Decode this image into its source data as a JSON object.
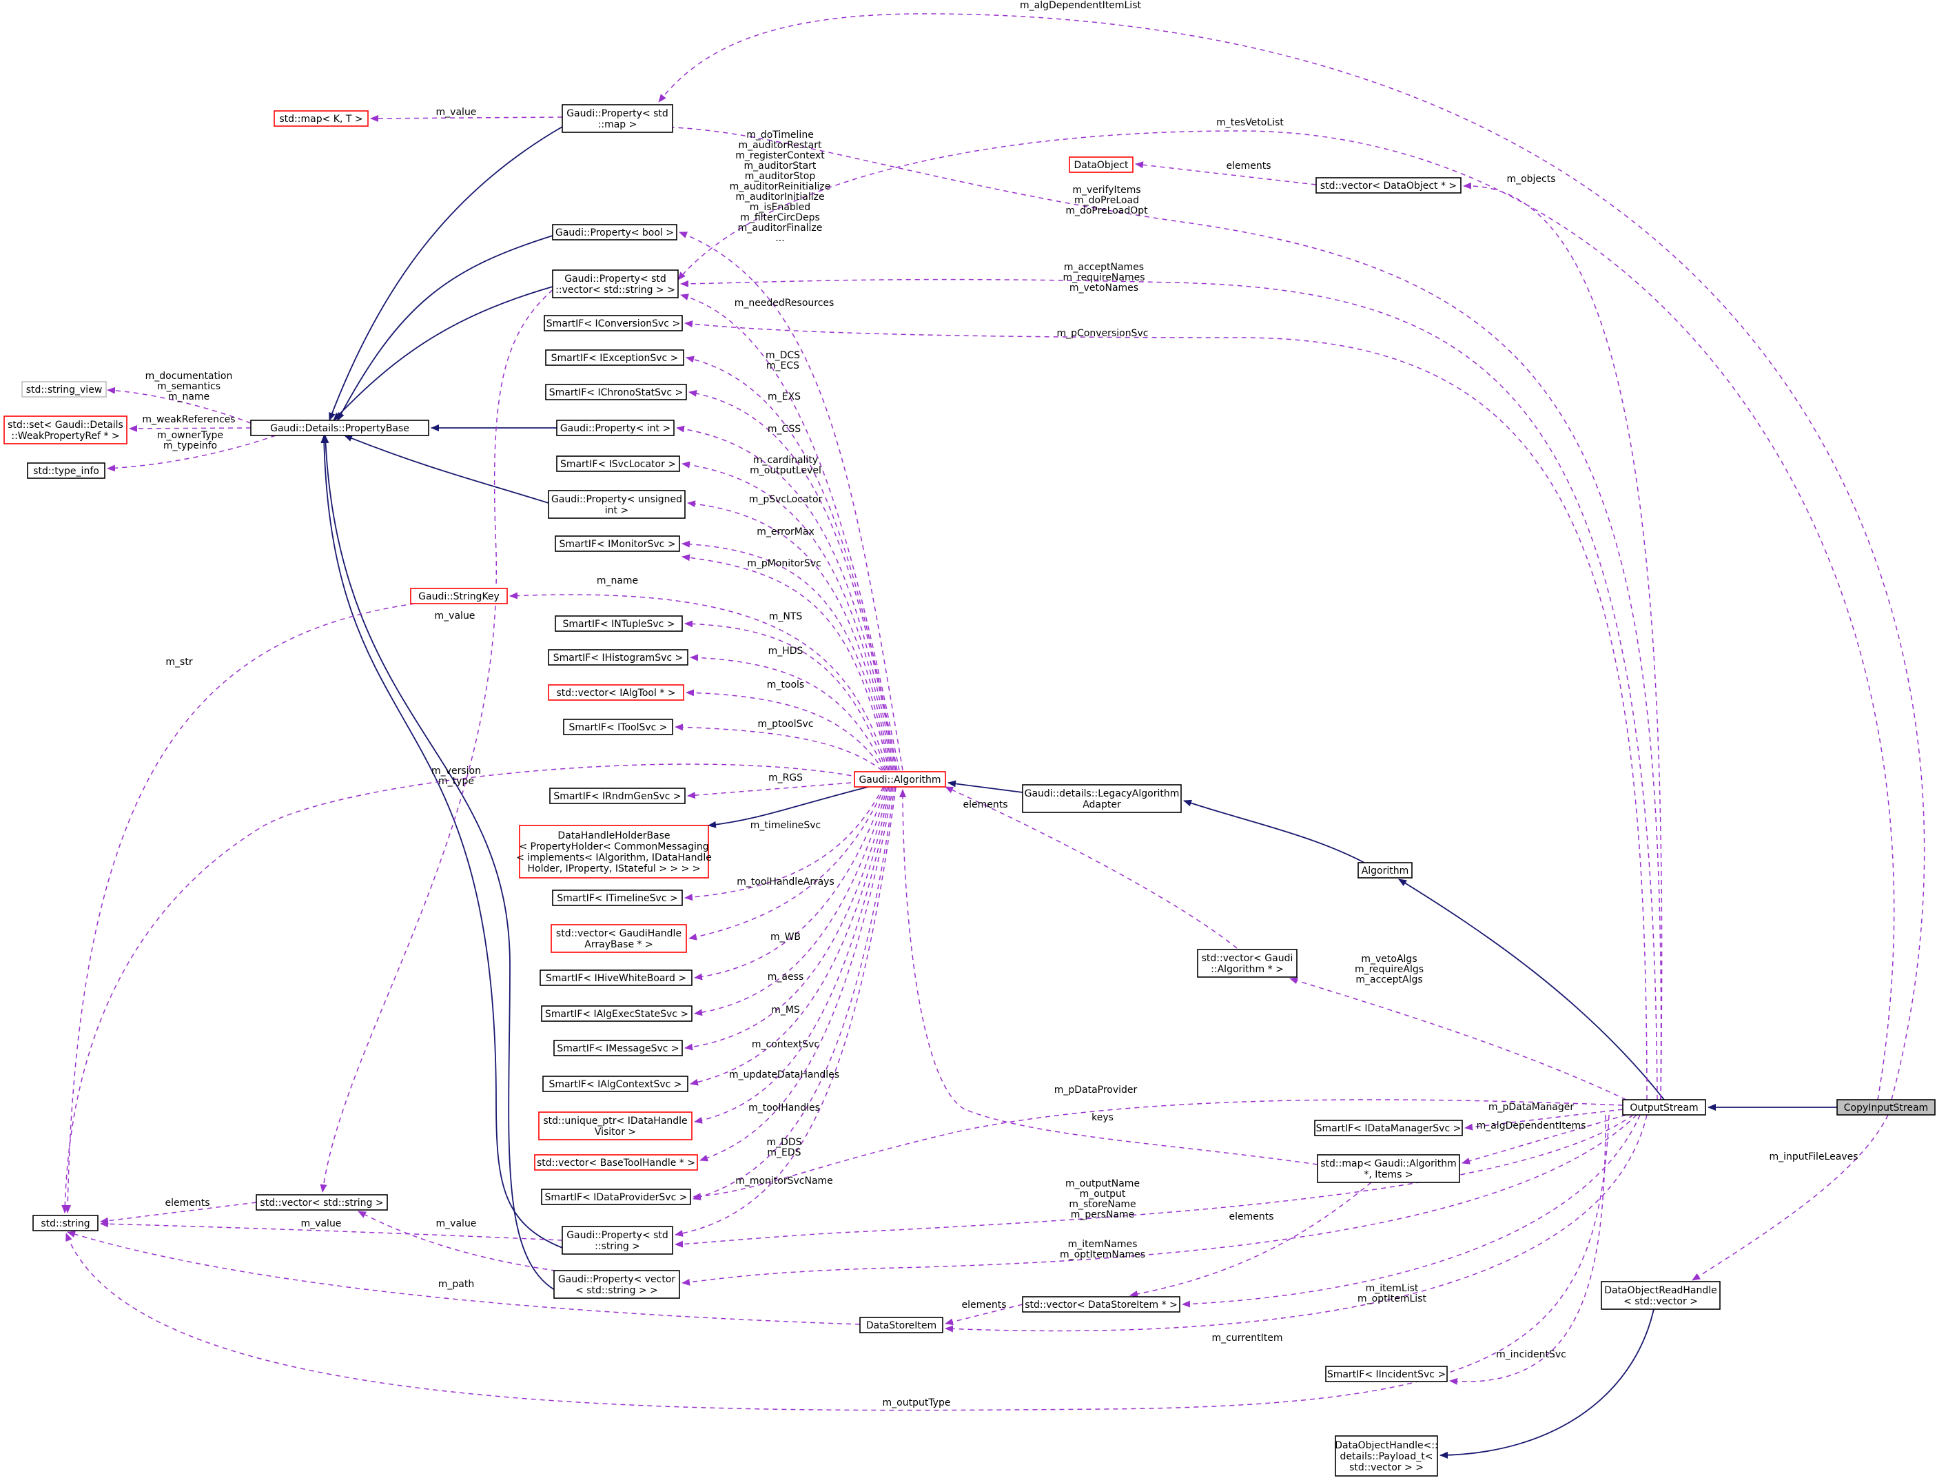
{
  "colors": {
    "inheritance_edge": "#191970",
    "usage_edge": "#9a32cd",
    "incomplete_class_border": "#ff0000",
    "external_class_border": "#bfbfbf",
    "root_class_fill": "#bfbfbf"
  },
  "nodes": {
    "CopyInputStream": [
      "CopyInputStream"
    ],
    "OutputStream": [
      "OutputStream"
    ],
    "Algorithm": [
      "Algorithm"
    ],
    "LegacyAlgorithmAdapter": [
      "Gaudi::details::LegacyAlgorithm",
      "Adapter"
    ],
    "GaudiAlgorithm": [
      "Gaudi::Algorithm"
    ],
    "PropertyBase": [
      "Gaudi::Details::PropertyBase"
    ],
    "PropertyMap": [
      "Gaudi::Property< std",
      "::map >"
    ],
    "StdMapKT": [
      "std::map< K, T >"
    ],
    "PropertyBool": [
      "Gaudi::Property< bool >"
    ],
    "PropertyVecString": [
      "Gaudi::Property< std",
      "::vector< std::string > >"
    ],
    "SmartIFConversionSvc": [
      "SmartIF< IConversionSvc >"
    ],
    "SmartIFExceptionSvc": [
      "SmartIF< IExceptionSvc >"
    ],
    "SmartIFChronoStatSvc": [
      "SmartIF< IChronoStatSvc >"
    ],
    "PropertyInt": [
      "Gaudi::Property< int >"
    ],
    "SmartIFSvcLocator": [
      "SmartIF< ISvcLocator >"
    ],
    "PropertyUnsigned": [
      "Gaudi::Property< unsigned",
      "int >"
    ],
    "SmartIFMonitorSvc": [
      "SmartIF< IMonitorSvc >"
    ],
    "StringKey": [
      "Gaudi::StringKey"
    ],
    "SmartIFNTupleSvc": [
      "SmartIF< INTupleSvc >"
    ],
    "SmartIFHistogramSvc": [
      "SmartIF< IHistogramSvc >"
    ],
    "VecAlgTool": [
      "std::vector< IAlgTool * >"
    ],
    "SmartIFToolSvc": [
      "SmartIF< IToolSvc >"
    ],
    "SmartIFRndmGenSvc": [
      "SmartIF< IRndmGenSvc >"
    ],
    "DataHandleHolderBase": [
      "DataHandleHolderBase",
      "< PropertyHolder< CommonMessaging",
      "< implements< IAlgorithm, IDataHandle",
      "Holder, IProperty, IStateful > > > >"
    ],
    "SmartIFTimelineSvc": [
      "SmartIF< ITimelineSvc >"
    ],
    "VecGaudiHandleArray": [
      "std::vector< GaudiHandle",
      "ArrayBase * >"
    ],
    "SmartIFHiveWhiteBoard": [
      "SmartIF< IHiveWhiteBoard >"
    ],
    "SmartIFAlgExecStateSvc": [
      "SmartIF< IAlgExecStateSvc >"
    ],
    "SmartIFMessageSvc": [
      "SmartIF< IMessageSvc >"
    ],
    "SmartIFAlgContextSvc": [
      "SmartIF< IAlgContextSvc >"
    ],
    "UniquePtrDataHandleVisitor": [
      "std::unique_ptr< IDataHandle",
      "Visitor >"
    ],
    "VecBaseToolHandle": [
      "std::vector< BaseToolHandle * >"
    ],
    "SmartIFDataProviderSvc": [
      "SmartIF< IDataProviderSvc >"
    ],
    "PropertyString": [
      "Gaudi::Property< std",
      "::string >"
    ],
    "PropertyVectorString": [
      "Gaudi::Property< vector",
      "< std::string > >"
    ],
    "DataStoreItem": [
      "DataStoreItem"
    ],
    "VecStdString": [
      "std::vector< std::string >"
    ],
    "StdString": [
      "std::string"
    ],
    "StringView": [
      "std::string_view"
    ],
    "SetWeakPropertyRef": [
      "std::set< Gaudi::Details",
      "::WeakPropertyRef * >"
    ],
    "TypeInfo": [
      "std::type_info"
    ],
    "DataObject": [
      "DataObject"
    ],
    "VecDataObject": [
      "std::vector< DataObject * >"
    ],
    "VecGaudiAlgorithm": [
      "std::vector< Gaudi",
      "::Algorithm * >"
    ],
    "SmartIFDataManagerSvc": [
      "SmartIF< IDataManagerSvc >"
    ],
    "MapAlgorithmItems": [
      "std::map< Gaudi::Algorithm",
      "*, Items >"
    ],
    "VecDataStoreItem": [
      "std::vector< DataStoreItem * >"
    ],
    "SmartIFIncidentSvc": [
      "SmartIF< IIncidentSvc >"
    ],
    "DataObjectReadHandle": [
      "DataObjectReadHandle",
      "< std::vector >"
    ],
    "DataObjectHandlePayload": [
      "DataObjectHandle<::",
      "details::Payload_t<",
      "std::vector > >"
    ]
  },
  "edge_labels": {
    "algDependentItemList": [
      "m_algDependentItemList"
    ],
    "tesVetoList": [
      "m_tesVetoList"
    ],
    "mapValue": [
      "m_value"
    ],
    "boolProps": [
      "m_doTimeline",
      "m_auditorRestart",
      "m_registerContext",
      "m_auditorStart",
      "m_auditorStop",
      "m_auditorReinitialize",
      "m_auditorInitialize",
      "m_isEnabled",
      "m_filterCircDeps",
      "m_auditorFinalize",
      "..."
    ],
    "verifyItems": [
      "m_verifyItems",
      "m_doPreLoad",
      "m_doPreLoadOpt"
    ],
    "dataObjectElements": [
      "elements"
    ],
    "objects": [
      "m_objects"
    ],
    "acceptNames": [
      "m_acceptNames",
      "m_requireNames",
      "m_vetoNames"
    ],
    "neededResources": [
      "m_neededResources"
    ],
    "pConversionSvc": [
      "m_pConversionSvc"
    ],
    "dcs": [
      "m_DCS",
      "m_ECS"
    ],
    "exs": [
      "m_EXS"
    ],
    "css": [
      "m_CSS"
    ],
    "cardinality": [
      "m_cardinality",
      "m_outputLevel"
    ],
    "pSvcLocator": [
      "m_pSvcLocator"
    ],
    "errorMax": [
      "m_errorMax"
    ],
    "pMonitorSvc": [
      "m_pMonitorSvc"
    ],
    "name": [
      "m_name"
    ],
    "propertyBaseMeta": [
      "m_documentation",
      "m_semantics",
      "m_name"
    ],
    "weakReferences": [
      "m_weakReferences"
    ],
    "ownerType": [
      "m_ownerType",
      "m_typeinfo"
    ],
    "vecStringValue": [
      "m_value"
    ],
    "nts": [
      "m_NTS"
    ],
    "hds": [
      "m_HDS"
    ],
    "tools": [
      "m_tools"
    ],
    "ptoolSvc": [
      "m_ptoolSvc"
    ],
    "str": [
      "m_str"
    ],
    "versionType": [
      "m_version",
      "m_type"
    ],
    "rgs": [
      "m_RGS"
    ],
    "algElements": [
      "elements"
    ],
    "timelineSvc": [
      "m_timelineSvc"
    ],
    "toolHandleArrays": [
      "m_toolHandleArrays"
    ],
    "wb": [
      "m_WB"
    ],
    "aess": [
      "m_aess"
    ],
    "ms": [
      "m_MS"
    ],
    "contextSvc": [
      "m_contextSvc"
    ],
    "vetoAlgs": [
      "m_vetoAlgs",
      "m_requireAlgs",
      "m_acceptAlgs"
    ],
    "updateDataHandles": [
      "m_updateDataHandles"
    ],
    "pDataProvider": [
      "m_pDataProvider"
    ],
    "pDataManager": [
      "m_pDataManager"
    ],
    "algDependentItems": [
      "m_algDependentItems"
    ],
    "toolHandles": [
      "m_toolHandles"
    ],
    "keys": [
      "keys"
    ],
    "dds": [
      "m_DDS",
      "m_EDS"
    ],
    "monitorSvcName": [
      "m_monitorSvcName"
    ],
    "outputName": [
      "m_outputName",
      "m_output",
      "m_storeName",
      "m_persName"
    ],
    "inputFileLeaves": [
      "m_inputFileLeaves"
    ],
    "stringElements": [
      "elements"
    ],
    "propStringValue": [
      "m_value"
    ],
    "propVectorValue": [
      "m_value"
    ],
    "mapElements": [
      "elements"
    ],
    "itemNames": [
      "m_itemNames",
      "m_optItemNames"
    ],
    "path": [
      "m_path"
    ],
    "storeItemElements": [
      "elements"
    ],
    "itemList": [
      "m_itemList",
      "m_optItemList"
    ],
    "currentItem": [
      "m_currentItem"
    ],
    "incidentSvc": [
      "m_incidentSvc"
    ],
    "outputType": [
      "m_outputType"
    ]
  }
}
